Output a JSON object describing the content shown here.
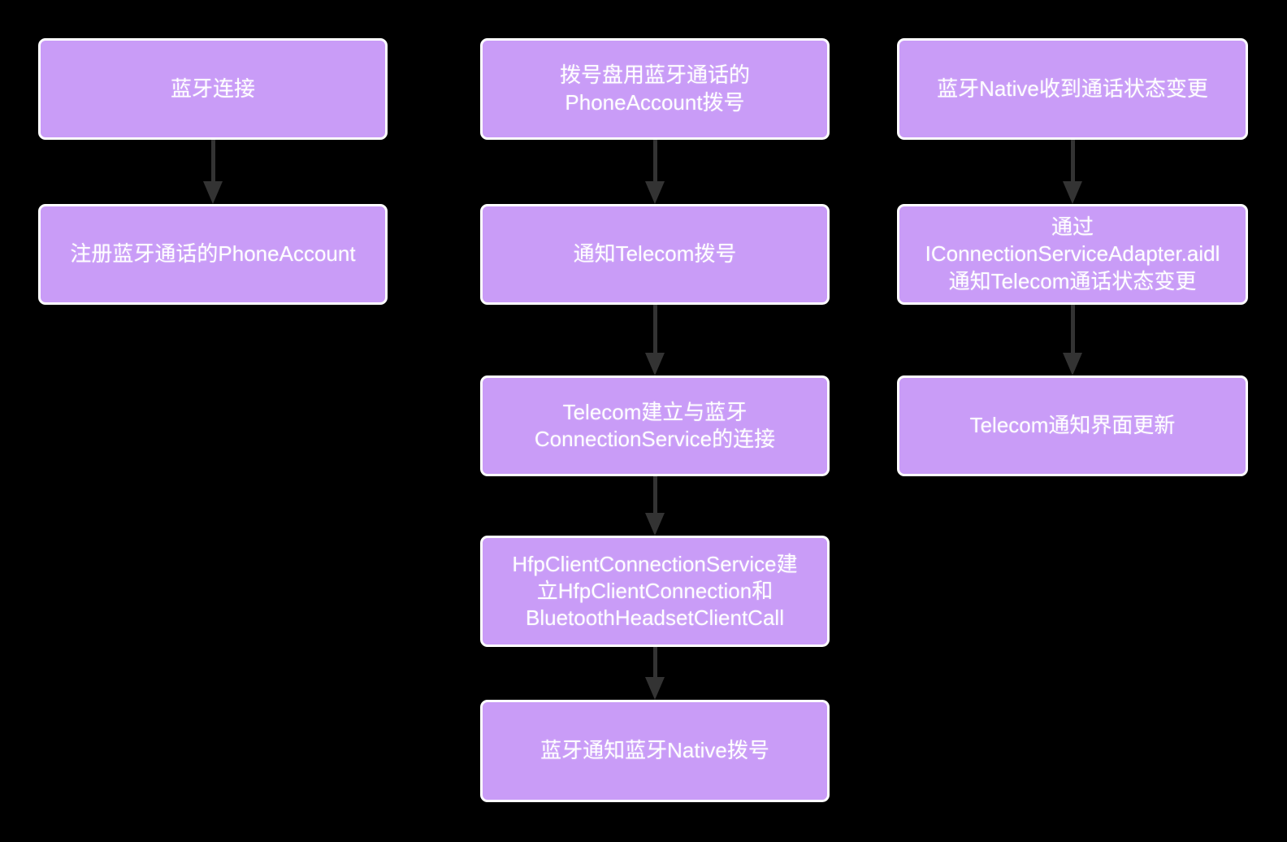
{
  "diagram": {
    "type": "flowchart",
    "colors": {
      "background": "#000000",
      "node_fill": "#c99cf7",
      "node_border": "#ffffff",
      "node_text": "#ffffff",
      "arrow": "#333333"
    },
    "columns": [
      {
        "id": "bluetooth-register-flow",
        "nodes": [
          {
            "id": "bluetooth-connected",
            "label": "蓝牙连接"
          },
          {
            "id": "register-phoneaccount",
            "label": "注册蓝牙通话的PhoneAccount"
          }
        ]
      },
      {
        "id": "outgoing-dial-flow",
        "nodes": [
          {
            "id": "dialer-dial-with-phoneaccount",
            "label": "拨号盘用蓝牙通话的\nPhoneAccount拨号"
          },
          {
            "id": "notify-telecom-dial",
            "label": "通知Telecom拨号"
          },
          {
            "id": "telecom-connect-connectionservice",
            "label": "Telecom建立与蓝牙\nConnectionService的连接"
          },
          {
            "id": "hfpclient-create-objects",
            "label": "HfpClientConnectionService建\n立HfpClientConnection和\nBluetoothHeadsetClientCall"
          },
          {
            "id": "bluetooth-notify-native-dial",
            "label": "蓝牙通知蓝牙Native拨号"
          }
        ]
      },
      {
        "id": "call-state-update-flow",
        "nodes": [
          {
            "id": "native-receive-state-change",
            "label": "蓝牙Native收到通话状态变更"
          },
          {
            "id": "adapter-notify-telecom",
            "label": "通过\nIConnectionServiceAdapter.aidl\n通知Telecom通话状态变更"
          },
          {
            "id": "telecom-update-ui",
            "label": "Telecom通知界面更新"
          }
        ]
      }
    ]
  }
}
